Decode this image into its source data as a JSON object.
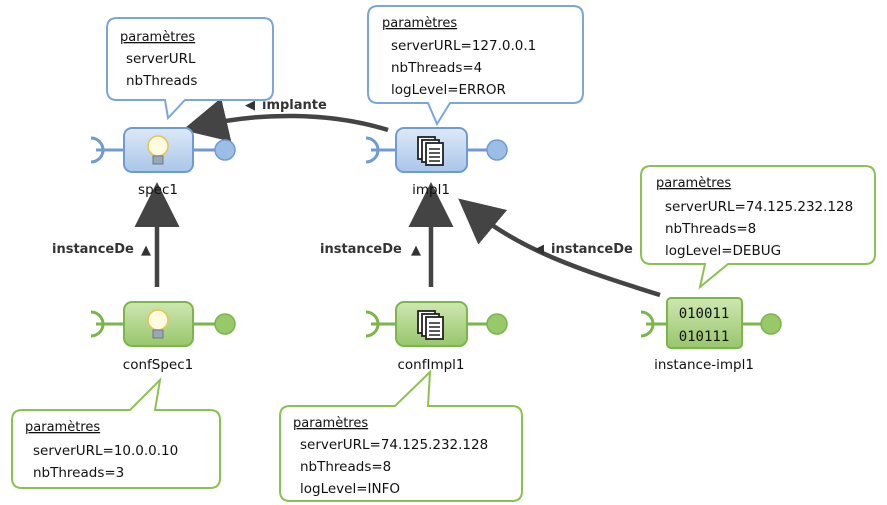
{
  "colors": {
    "spec_fill": "#c7d9f0",
    "spec_stroke": "#6f9bd1",
    "spec_port": "#9cbde6",
    "conf_fill": "#b7d992",
    "conf_stroke": "#7ab648",
    "conf_port": "#97c96b",
    "arrow": "#444444"
  },
  "nodes": {
    "spec1": {
      "label": "spec1",
      "icon": "lightbulb-icon"
    },
    "impl1": {
      "label": "impl1",
      "icon": "documents-icon"
    },
    "confSpec1": {
      "label": "confSpec1",
      "icon": "lightbulb-icon"
    },
    "confImpl1": {
      "label": "confImpl1",
      "icon": "documents-icon"
    },
    "instance": {
      "label": "instance-impl1",
      "icon": "binary-icon",
      "bin_line1": "010011",
      "bin_line2": "010111"
    }
  },
  "callouts": {
    "spec1": {
      "header": "paramètres",
      "lines": [
        "serverURL",
        "nbThreads"
      ]
    },
    "impl1": {
      "header": "paramètres",
      "lines": [
        "serverURL=127.0.0.1",
        "nbThreads=4",
        "logLevel=ERROR"
      ]
    },
    "instance": {
      "header": "paramètres",
      "lines": [
        "serverURL=74.125.232.128",
        "nbThreads=8",
        "logLevel=DEBUG"
      ]
    },
    "confSpec1": {
      "header": "paramètres",
      "lines": [
        "serverURL=10.0.0.10",
        "nbThreads=3"
      ]
    },
    "confImpl1": {
      "header": "paramètres",
      "lines": [
        "serverURL=74.125.232.128",
        "nbThreads=8",
        "logLevel=INFO"
      ]
    }
  },
  "edges": {
    "implante": {
      "label": "implante",
      "marker": "◀"
    },
    "instanceDe_spec": {
      "label": "instanceDe",
      "marker": "▲"
    },
    "instanceDe_impl": {
      "label": "instanceDe",
      "marker": "▲"
    },
    "instanceDe_inst": {
      "label": "instanceDe",
      "marker": "◀"
    }
  }
}
